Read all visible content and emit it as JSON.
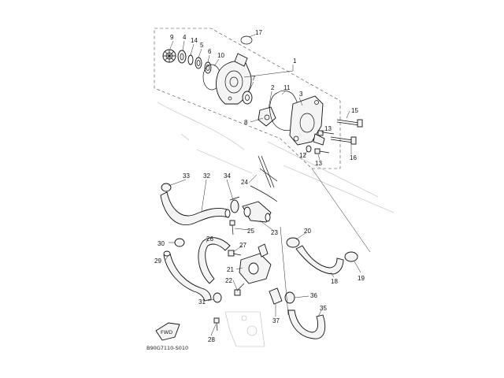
{
  "diagram": {
    "callouts": [
      "1",
      "2",
      "3",
      "4",
      "5",
      "6",
      "7",
      "8",
      "9",
      "10",
      "11",
      "12",
      "13",
      "13",
      "14",
      "15",
      "16",
      "17",
      "18",
      "19",
      "20",
      "21",
      "22",
      "23",
      "24",
      "25",
      "26",
      "27",
      "28",
      "29",
      "30",
      "31",
      "32",
      "33",
      "34",
      "35",
      "36",
      "37"
    ],
    "direction_badge": "FWD",
    "diagram_code": "B90G7110-S010"
  }
}
